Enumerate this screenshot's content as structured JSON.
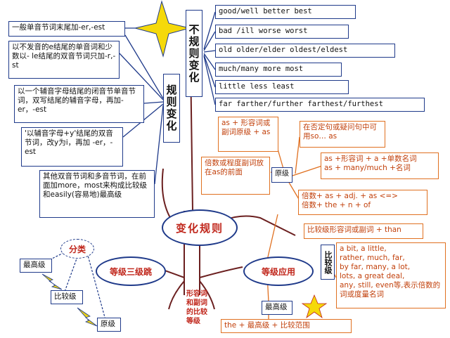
{
  "irregular": {
    "title": "不规则变化",
    "rows": [
      "good/well    better   best",
      "bad /ill   worse    worst",
      "old   older/elder  oldest/eldest",
      "much/many   more   most",
      "little   less   least",
      "far  farther/further  farthest/furthest"
    ]
  },
  "regular": {
    "title": "规则变化",
    "rules": [
      "一般单音节词末尾加-er,-est",
      "以不发音的e结尾的单音词和少数以- le结尾的双音节词只加-r,-st",
      "以一个辅音字母结尾的闭音节单音节词，双写结尾的辅音字母，再加-er，-est",
      "'以辅音字母+y'结尾的双音节词，改y为i，再加 -er，-est",
      "其他双音节词和多音节词，在前面加more，most来构成比较级和easily(容易地)最高级"
    ]
  },
  "center": {
    "title": "变化规则",
    "branch_left": "等级三级跳",
    "branch_right": "等级应用",
    "stem": "形容词和副词的比较等级"
  },
  "levels": {
    "title": "分类",
    "highest": "最高级",
    "comparative": "比较级",
    "original": "原级"
  },
  "original_usage": {
    "label": "原级",
    "as_rule": "as + 形容词或副词原级 + as",
    "negation": "在否定句或疑问句中可用so… as",
    "degree_adverb": "倍数或程度副词放在as的前面",
    "patterns": "as +形容词 + a +单数名词\nas + many/much +名词",
    "multiples": "倍数+ as + adj. + as  <=>\n倍数+ the + n + of"
  },
  "comparative_usage": {
    "label": "比较级",
    "header": "比较级形容词或副词 + than",
    "modifiers": "a bit, a little,\nrather, much, far,\nby far, many, a lot,\nlots, a great deal,\nany, still, even等,表示倍数的词或度量名词"
  },
  "superlative_usage": {
    "label": "最高级",
    "pattern": "the + 最高级 + 比较范围"
  },
  "colors": {
    "navy": "#1f3a8a",
    "orange": "#e07020",
    "red": "#c0261b",
    "star": "#f5d90a",
    "bolt": "#e8cf1a"
  }
}
